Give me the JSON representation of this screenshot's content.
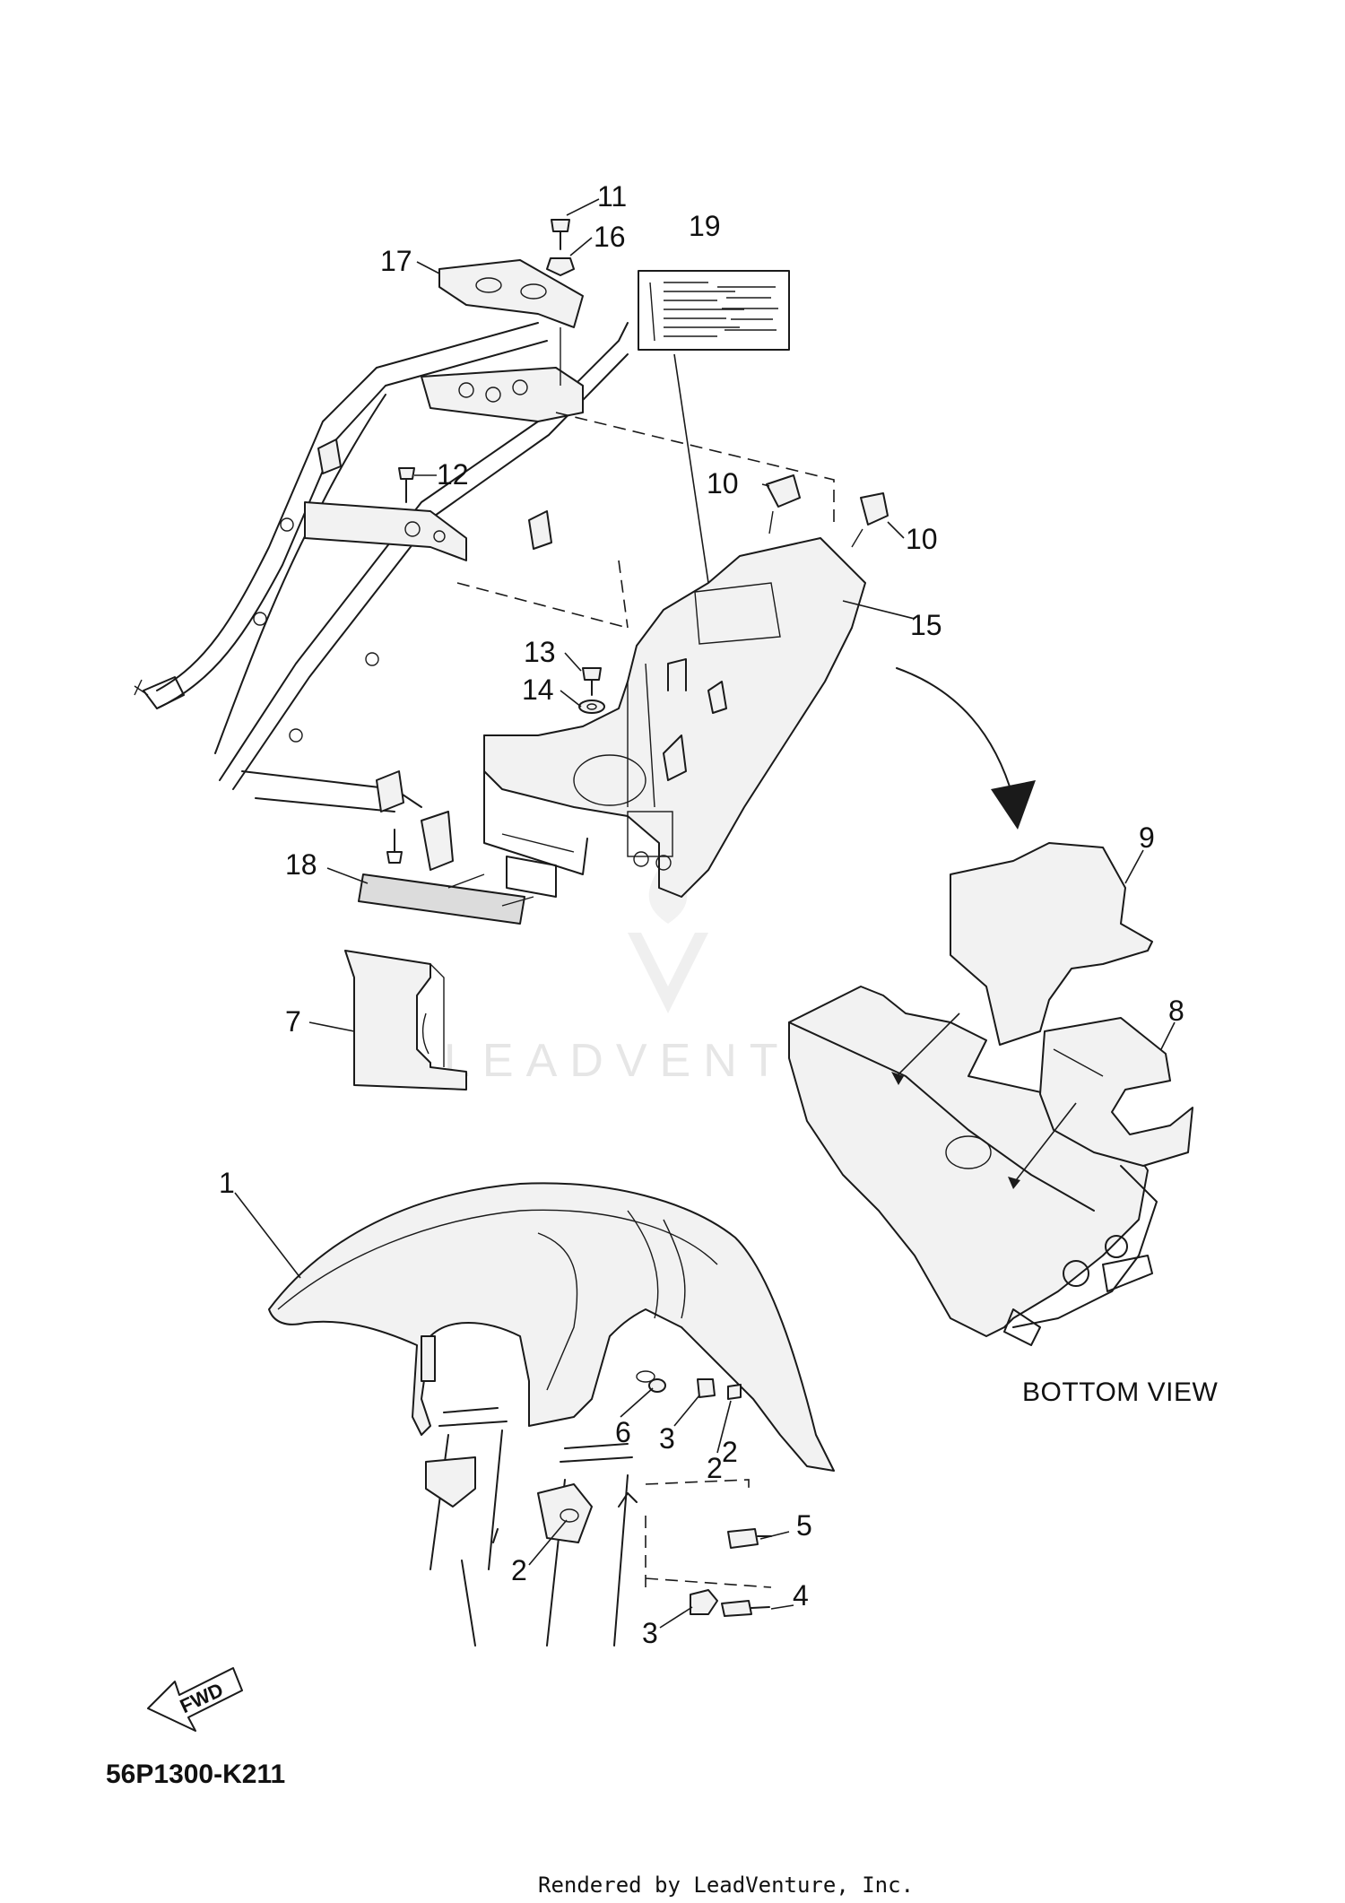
{
  "diagram": {
    "callouts": [
      "1",
      "2",
      "2",
      "2",
      "3",
      "3",
      "4",
      "5",
      "6",
      "7",
      "8",
      "9",
      "10",
      "10",
      "11",
      "12",
      "13",
      "14",
      "15",
      "16",
      "17",
      "18",
      "19"
    ],
    "bottom_view_label": "BOTTOM VIEW",
    "diagram_code": "56P1300-K211",
    "fwd_label": "FWD",
    "watermark": "LEADVENTURE",
    "footer": "Rendered by LeadVenture, Inc."
  }
}
